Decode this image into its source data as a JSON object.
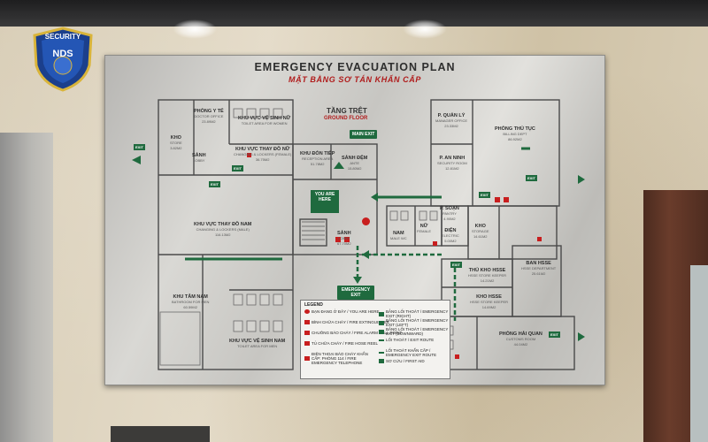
{
  "plan": {
    "title_en": "EMERGENCY EVACUATION PLAN",
    "title_vn": "MẶT BẰNG SƠ TÁN KHẨN CẤP",
    "floor_vn": "TẦNG TRỆT",
    "floor_en": "GROUND FLOOR",
    "you_are_here": "YOU ARE HERE",
    "main_exit": "MAIN EXIT",
    "emergency_exit": "EMERGENCY EXIT",
    "exit": "EXIT"
  },
  "rooms": {
    "doctor_vn": "PHÒNG Y TẾ",
    "doctor_en": "DOCTOR OFFICE",
    "doctor_area": "23.89M2",
    "store_vn": "KHO",
    "store_en": "STORE",
    "store_area": "3.82M2",
    "lobby_left_vn": "SẢNH",
    "lobby_left_en": "LOBBY",
    "wc_women_vn": "KHU VỰC VỆ SINH NỮ",
    "wc_women_en": "TOILET AREA FOR WOMEN",
    "change_women_vn": "KHU VỰC THAY ĐỒ NỮ",
    "change_women_en": "CHANGING & LOCKERS (FEMALE)",
    "change_women_area": "36.75M2",
    "change_men_vn": "KHU VỰC THAY ĐỒ NAM",
    "change_men_en": "CHANGING & LOCKERS (MALE)",
    "change_men_area": "116.13M2",
    "bath_men_vn": "KHU TẮM NAM",
    "bath_men_en": "BATHROOM FOR MEN",
    "bath_men_area": "60.59M2",
    "wc_men_vn": "KHU VỰC VỆ SINH NAM",
    "wc_men_en": "TOILET AREA FOR MEN",
    "reception_vn": "KHU ĐÓN TIẾP",
    "reception_en": "RECEPTION AREA",
    "reception_area": "51.78M2",
    "ante_vn": "SẢNH ĐỆM",
    "ante_en": "ANTE",
    "ante_area": "15.80M2",
    "lobby_center_vn": "SẢNH",
    "lobby_center_en": "LOBBY",
    "lobby_center_area": "67.70M2",
    "male_wc": "NAM",
    "male_wc_en": "MALE WC",
    "female_wc": "NỮ",
    "female_wc_en": "FEMALE",
    "pantry_vn": "P. SOẠN",
    "pantry_en": "PANTRY",
    "pantry_area": "4.90M2",
    "electric_vn": "ĐIỆN",
    "electric_en": "ELECTRIC",
    "electric_area": "5.00M2",
    "manager_vn": "P. QUẢN LÝ",
    "manager_en": "MANAGER OFFICE",
    "manager_area": "23.33M2",
    "billing_vn": "PHÒNG THỦ TỤC",
    "billing_en": "BILLING DEPT",
    "billing_area": "86.92M2",
    "security_vn": "P. AN NINH",
    "security_en": "SECURITY ROOM",
    "security_area": "12.81M2",
    "store2_vn": "KHO",
    "store2_en": "STORAGE",
    "store2_area": "14.61M2",
    "hsse_store_vn": "THỦ KHO HSSE",
    "hsse_store_en": "HSSE STORE KEEPER",
    "hsse_store_area": "14.21M2",
    "hsse_store2_vn": "KHO HSSE",
    "hsse_store2_en": "HSSE STORE KEEPER",
    "hsse_store2_area": "14.69M2",
    "hsse_dept_vn": "BAN HSSE",
    "hsse_dept_en": "HSSE DEPARTMENT",
    "hsse_dept_area": "25.61M2",
    "customs_vn": "PHÒNG HẢI QUAN",
    "customs_en": "CUSTOMS ROOM",
    "customs_area": "44.04M2"
  },
  "legend": {
    "title": "LEGEND",
    "items": [
      "BẠN ĐANG Ở ĐÂY / YOU ARE HERE",
      "BÌNH CHỮA CHÁY / FIRE EXTINGUISHER",
      "CHUÔNG BÁO CHÁY / FIRE ALARM CALL POINT",
      "TỦ CHỮA CHÁY / FIRE HOSE REEL",
      "ĐIỆN THOẠI BÁO CHÁY KHẨN CẤP: PHÒNG 114 / FIRE EMERGENCY TELEPHONE",
      "BẢNG LỐI THOÁT / EMERGENCY EXIT (RIGHT)",
      "BẢNG LỐI THOÁT / EMERGENCY EXIT (LEFT)",
      "BẢNG LỐI THOÁT / EMERGENCY EXIT (DOWNWARD)",
      "LỐI THOÁT / EXIT ROUTE",
      "LỐI THOÁT KHẨN CẤP / EMERGENCY EXIT ROUTE",
      "SƠ CỨU / FIRST AID"
    ]
  },
  "badge": {
    "top": "SECURITY",
    "brand": "NDS"
  },
  "colors": {
    "exit_green": "#1f6a3e",
    "alert_red": "#c81e1e",
    "title_red": "#b01c1c"
  }
}
